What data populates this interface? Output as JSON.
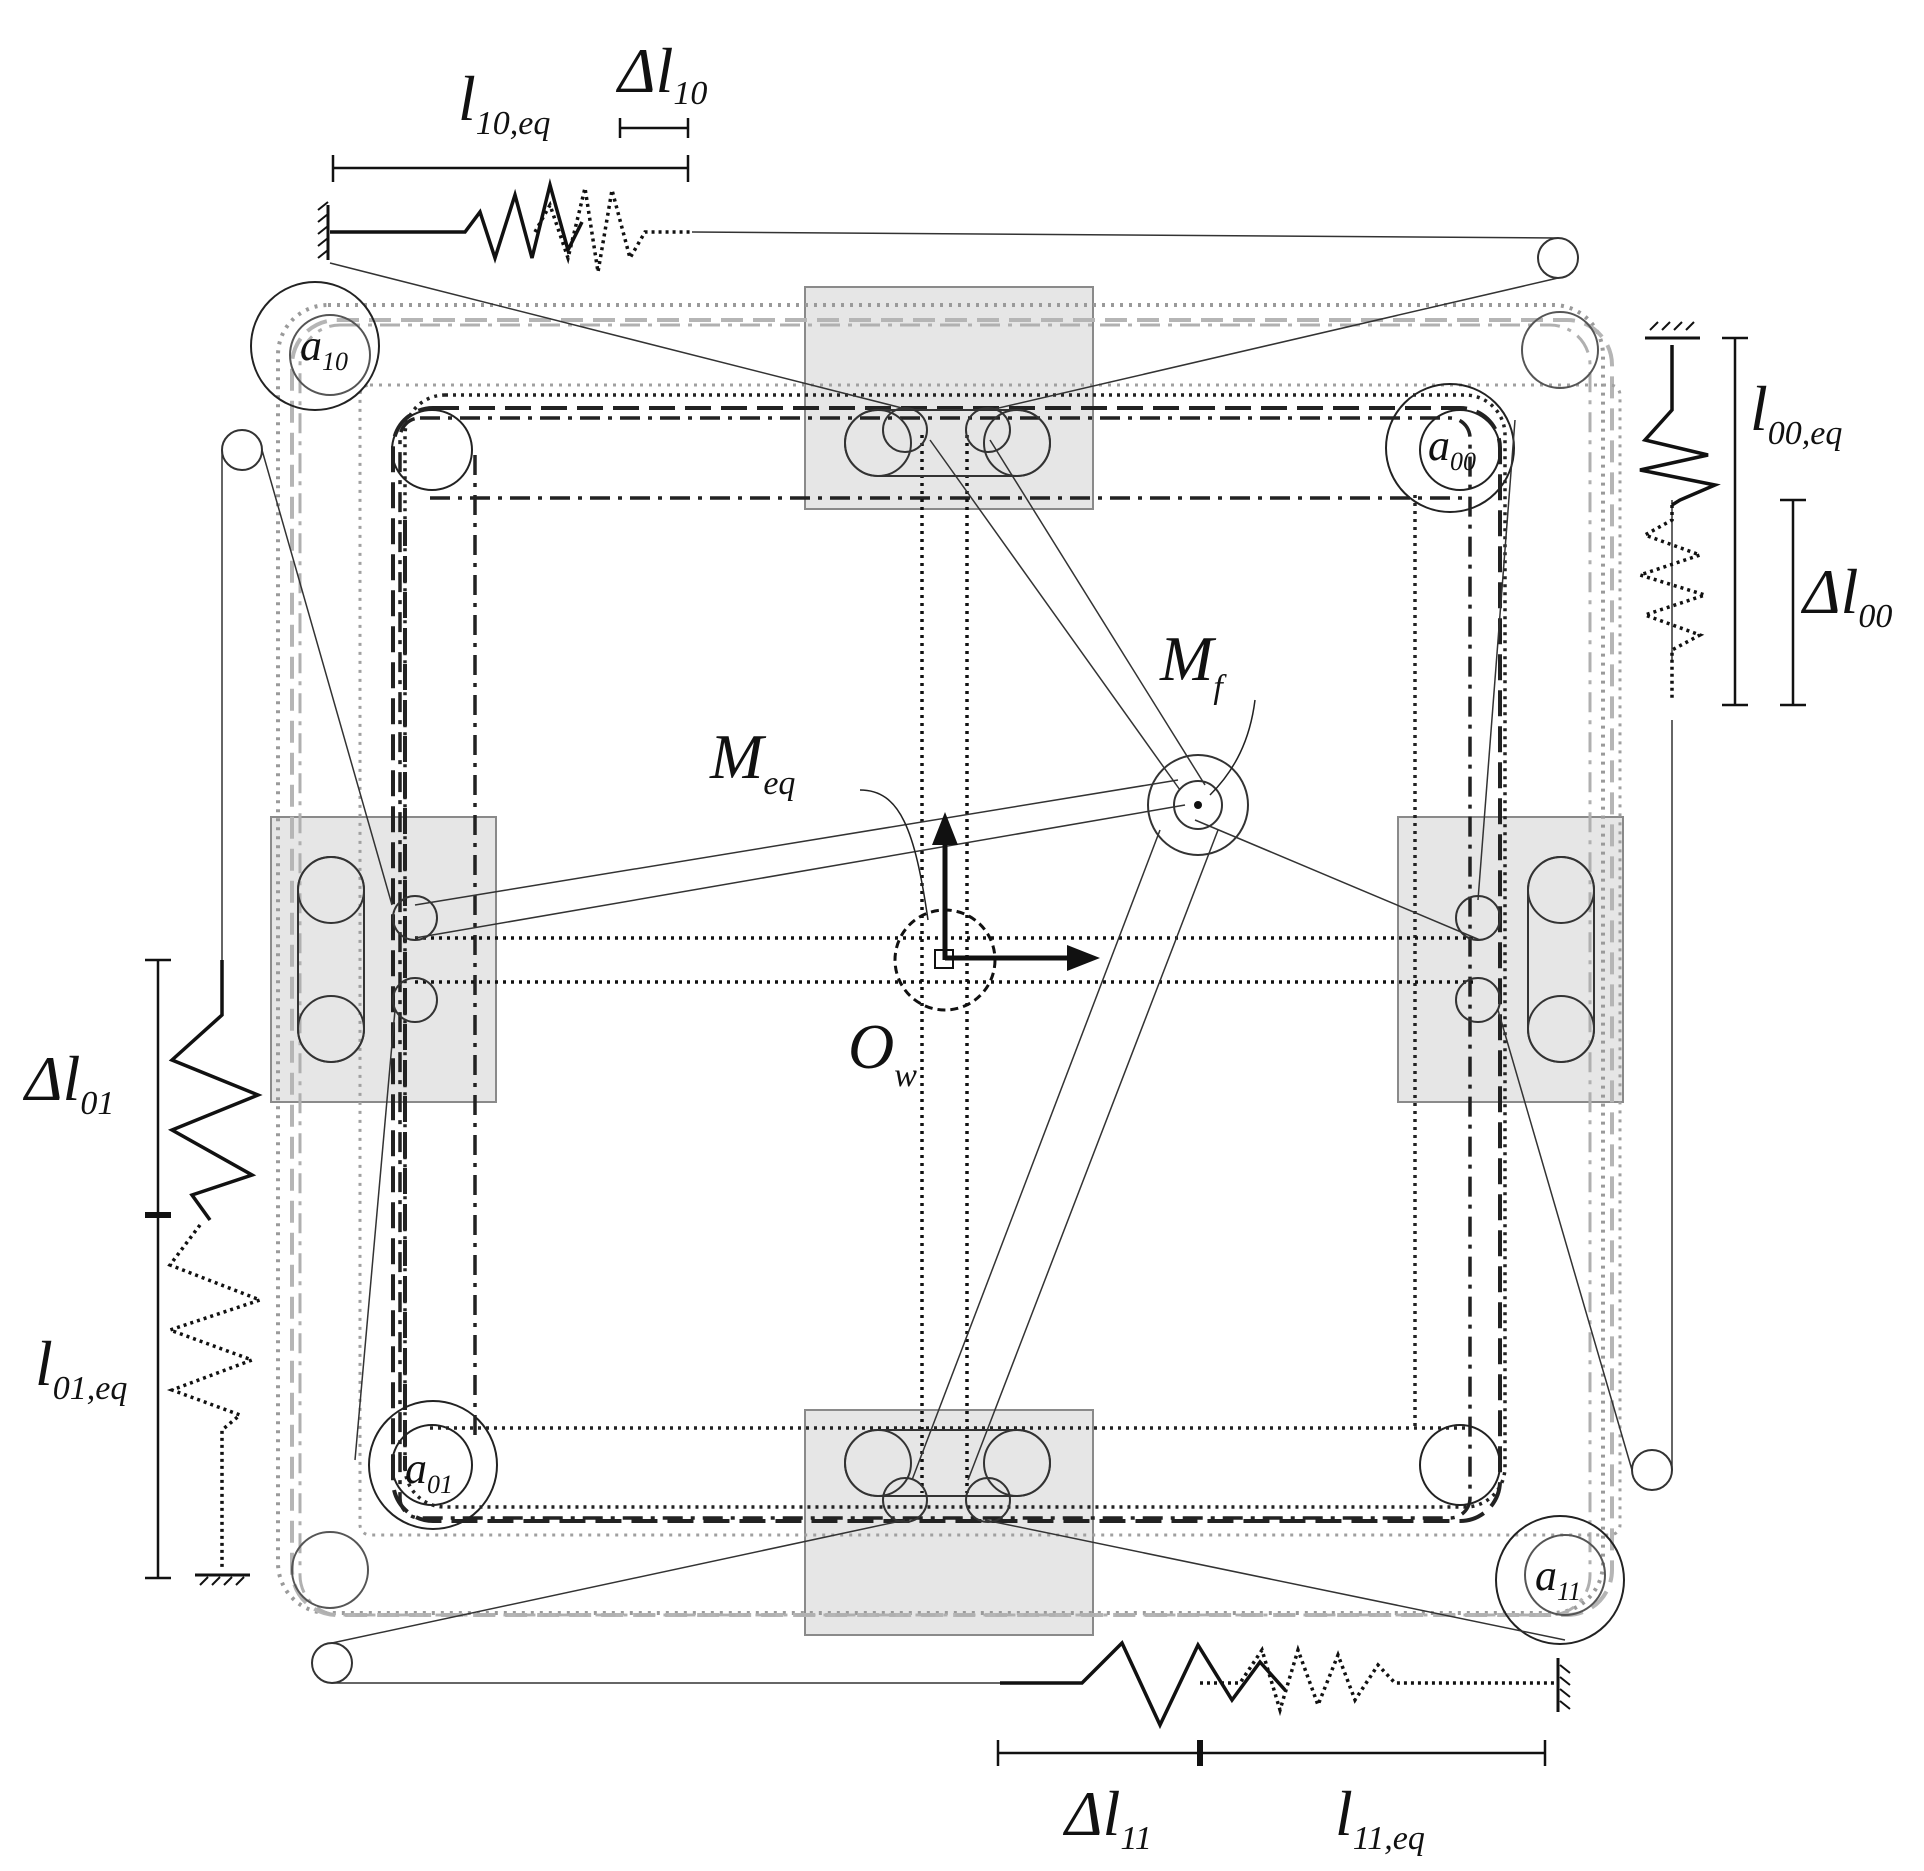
{
  "labels": {
    "a10": {
      "main": "a",
      "sub": "10"
    },
    "a00": {
      "main": "a",
      "sub": "00"
    },
    "a01": {
      "main": "a",
      "sub": "01"
    },
    "a11": {
      "main": "a",
      "sub": "11"
    },
    "l10eq": {
      "main": "l",
      "sub": "10,eq"
    },
    "dl10": {
      "main": "Δl",
      "sub": "10"
    },
    "l00eq": {
      "main": "l",
      "sub": "00,eq"
    },
    "dl00": {
      "main": "Δl",
      "sub": "00"
    },
    "dl01": {
      "main": "Δl",
      "sub": "01"
    },
    "l01eq": {
      "main": "l",
      "sub": "01,eq"
    },
    "dl11": {
      "main": "Δl",
      "sub": "11"
    },
    "l11eq": {
      "main": "l",
      "sub": "11,eq"
    },
    "mf": {
      "main": "M",
      "sub": "f"
    },
    "meq": {
      "main": "M",
      "sub": "eq"
    },
    "ow": {
      "main": "O",
      "sub": "w"
    }
  },
  "colors": {
    "ink": "#111111",
    "gray_line": "#9a9a9a",
    "light_gray_line": "#b5b5b5",
    "carriage_fill": "#e6e6e6",
    "carriage_stroke": "#8a8a8a"
  }
}
